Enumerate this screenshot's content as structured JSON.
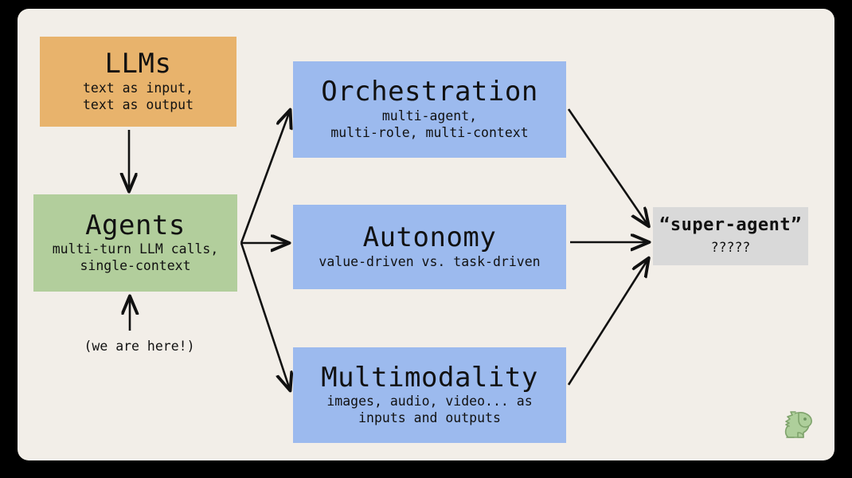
{
  "diagram": {
    "background_color": "#F2EEE8",
    "frame_color": "#000000",
    "nodes": {
      "llms": {
        "title": "LLMs",
        "subtitle": "text as input,\ntext as output",
        "color": "#E8B36C"
      },
      "agents": {
        "title": "Agents",
        "subtitle": "multi-turn LLM calls,\nsingle-context",
        "color": "#B2CE9C"
      },
      "orchestration": {
        "title": "Orchestration",
        "subtitle": "multi-agent,\nmulti-role, multi-context",
        "color": "#9CBAEE"
      },
      "autonomy": {
        "title": "Autonomy",
        "subtitle": "value-driven vs. task-driven",
        "color": "#9CBAEE"
      },
      "multimodality": {
        "title": "Multimodality",
        "subtitle": "images, audio, video... as\ninputs and outputs",
        "color": "#9CBAEE"
      },
      "superagent": {
        "title": "“super-agent”",
        "subtitle": "?????",
        "color": "#D9D9D9"
      }
    },
    "annotations": {
      "we_are_here": "(we are here!)"
    },
    "mascot": {
      "name": "dinosaur-mascot",
      "color": "#AECF9B",
      "outline_color": "#7FA36C"
    },
    "edges": [
      {
        "from": "llms",
        "to": "agents",
        "style": "arrow"
      },
      {
        "from": "agents",
        "to": "orchestration",
        "style": "arrow"
      },
      {
        "from": "agents",
        "to": "autonomy",
        "style": "arrow"
      },
      {
        "from": "agents",
        "to": "multimodality",
        "style": "arrow"
      },
      {
        "from": "orchestration",
        "to": "superagent",
        "style": "arrow"
      },
      {
        "from": "autonomy",
        "to": "superagent",
        "style": "arrow"
      },
      {
        "from": "multimodality",
        "to": "superagent",
        "style": "arrow"
      },
      {
        "from": "we_are_here",
        "to": "agents",
        "style": "arrow"
      }
    ]
  }
}
